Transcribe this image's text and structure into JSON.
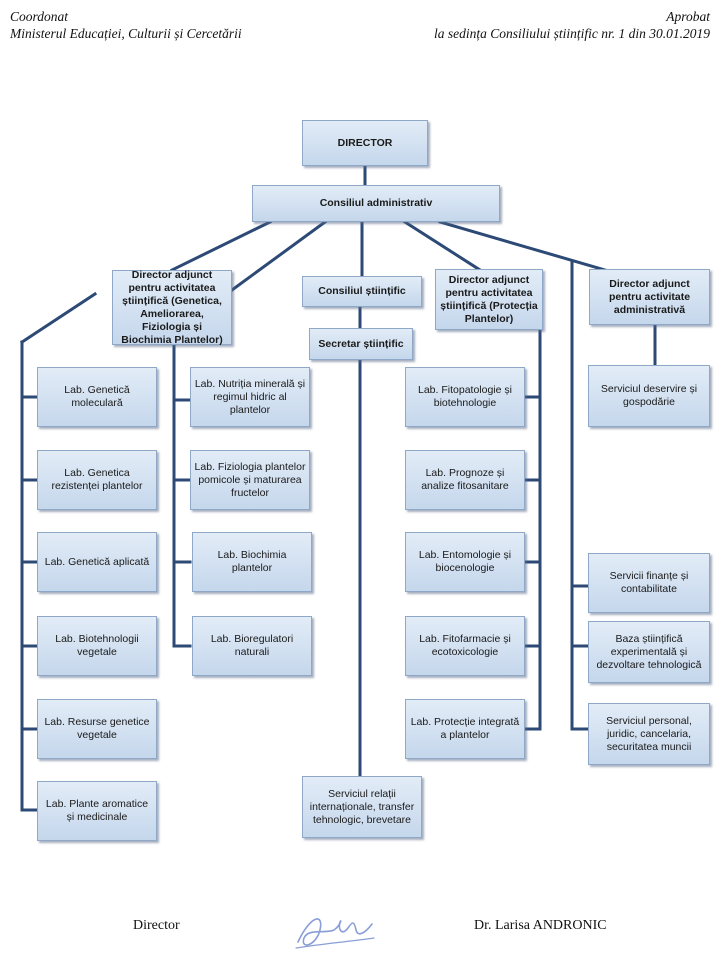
{
  "header": {
    "left_line1": "Coordonat",
    "left_line2": "Ministerul Educației, Culturii și Cercetării",
    "right_line1": "Aprobat",
    "right_line2": "la sedința Consiliului științific nr. 1 din 30.01.2019"
  },
  "nodes": {
    "director": "DIRECTOR",
    "consiliu_admin": "Consiliul administrativ",
    "adjunct_genetica": "Director adjunct pentru activitatea științifică (Genetica, Ameliorarea, Fiziologia și Biochimia Plantelor)",
    "consiliu_stiintific": "Consiliul științific",
    "secretar": "Secretar științific",
    "adjunct_protectie": "Director adjunct pentru activitatea științifică (Protecția Plantelor)",
    "adjunct_admin": "Director adjunct pentru activitate administrativă",
    "lab_genetica_moleculara": "Lab. Genetică moleculară",
    "lab_genetica_rezistentei": "Lab. Genetica rezistenței plantelor",
    "lab_genetica_aplicata": "Lab. Genetică aplicată",
    "lab_biotehnologii": "Lab. Biotehnologii vegetale",
    "lab_resurse": "Lab. Resurse genetice vegetale",
    "lab_plante_aromatice": "Lab. Plante aromatice și medicinale",
    "lab_nutritia": "Lab. Nutriția minerală și regimul hidric al plantelor",
    "lab_fiziologia": "Lab. Fiziologia plantelor pomicole și maturarea fructelor",
    "lab_biochimia": "Lab. Biochimia plantelor",
    "lab_bioregulatori": "Lab. Bioregulatori naturali",
    "serviciul_relatii": "Serviciul relații internaționale, transfer tehnologic, brevetare",
    "lab_fitopatologie": "Lab. Fitopatologie și biotehnologie",
    "lab_prognoze": "Lab. Prognoze și analize fitosanitare",
    "lab_entomologie": "Lab. Entomologie și biocenologie",
    "lab_fitofarmacie": "Lab. Fitofarmacie și ecotoxicologie",
    "lab_protectie_integrata": "Lab. Protecție integrată a plantelor",
    "serviciul_deservire": "Serviciul deservire și gospodărie",
    "servicii_finante": "Servicii finanțe și contabilitate",
    "baza_stiintifica": "Baza științifică experimentală și dezvoltare tehnologică",
    "serviciul_personal": "Serviciul personal, juridic, cancelaria, securitatea muncii"
  },
  "footer": {
    "role": "Director",
    "name": "Dr. Larisa ANDRONIC"
  },
  "colors": {
    "box_fill_top": "#e2ecf7",
    "box_fill_bottom": "#c5d7ec",
    "box_border": "#8fa8c7",
    "connector": "#2c4a75"
  }
}
